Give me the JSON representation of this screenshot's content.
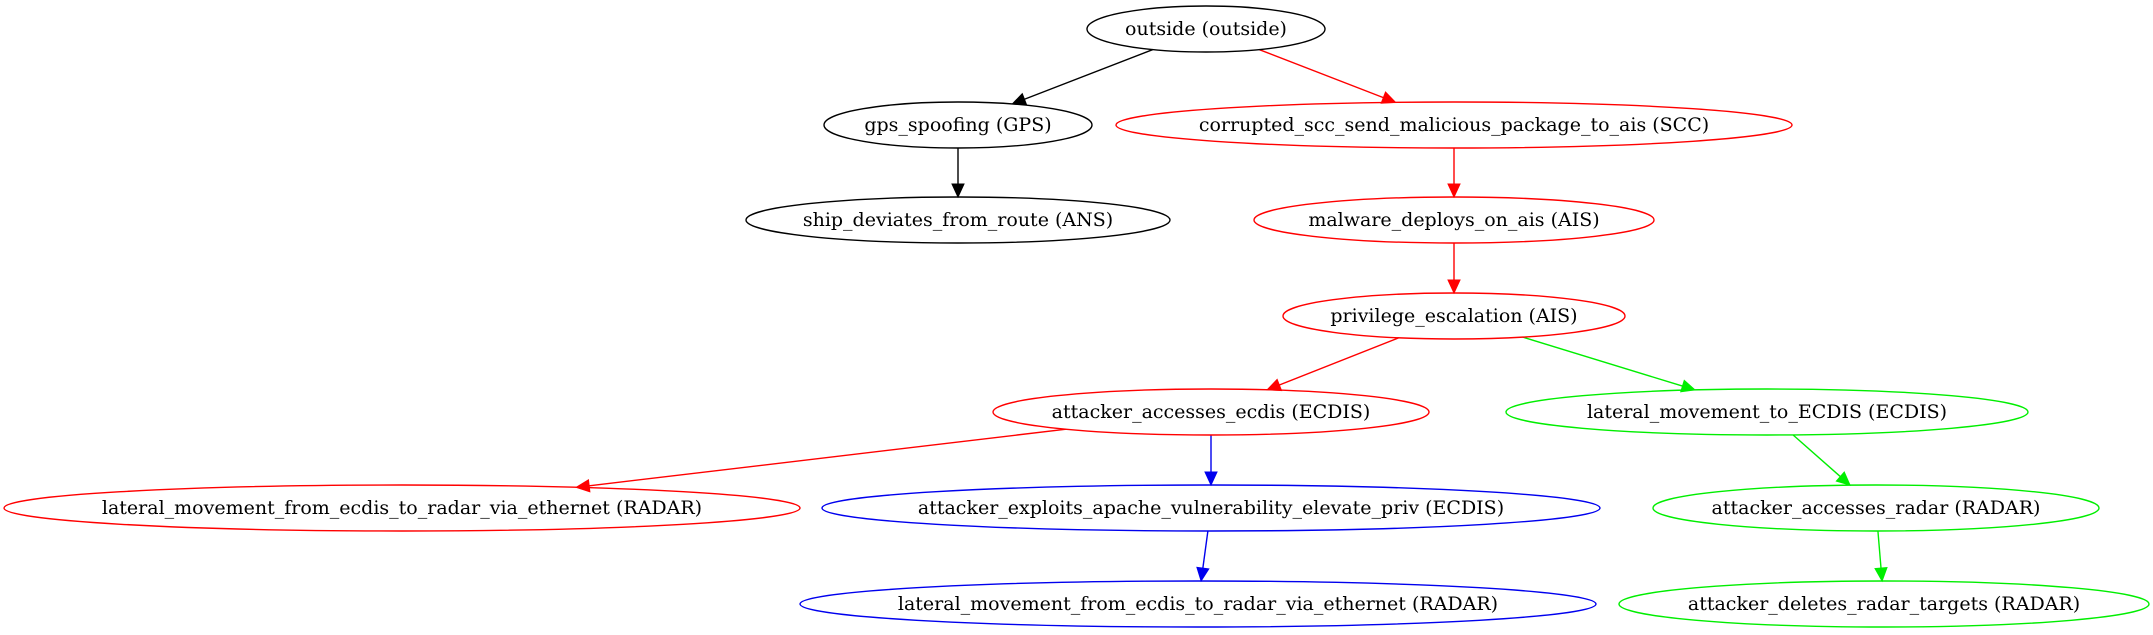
{
  "diagram": {
    "nodes": [
      {
        "id": "n_outside",
        "label": "outside (outside)",
        "color": "#000000"
      },
      {
        "id": "n_gps",
        "label": "gps_spoofing (GPS)",
        "color": "#000000"
      },
      {
        "id": "n_scc",
        "label": "corrupted_scc_send_malicious_package_to_ais (SCC)",
        "color": "#ff0000"
      },
      {
        "id": "n_ans",
        "label": "ship_deviates_from_route (ANS)",
        "color": "#000000"
      },
      {
        "id": "n_malware",
        "label": "malware_deploys_on_ais (AIS)",
        "color": "#ff0000"
      },
      {
        "id": "n_priv",
        "label": "privilege_escalation (AIS)",
        "color": "#ff0000"
      },
      {
        "id": "n_ecdis",
        "label": "attacker_accesses_ecdis (ECDIS)",
        "color": "#ff0000"
      },
      {
        "id": "n_latecdis",
        "label": "lateral_movement_to_ECDIS (ECDIS)",
        "color": "#00ee00"
      },
      {
        "id": "n_latradar_red",
        "label": "lateral_movement_from_ecdis_to_radar_via_ethernet (RADAR)",
        "color": "#ff0000"
      },
      {
        "id": "n_apache",
        "label": "attacker_exploits_apache_vulnerability_elevate_priv (ECDIS)",
        "color": "#0000ee"
      },
      {
        "id": "n_accradar",
        "label": "attacker_accesses_radar (RADAR)",
        "color": "#00ee00"
      },
      {
        "id": "n_latradar_blue",
        "label": "lateral_movement_from_ecdis_to_radar_via_ethernet (RADAR)",
        "color": "#0000ee"
      },
      {
        "id": "n_deltargets",
        "label": "attacker_deletes_radar_targets (RADAR)",
        "color": "#00ee00"
      }
    ],
    "edges": [
      {
        "from": "n_outside",
        "to": "n_gps",
        "color": "#000000"
      },
      {
        "from": "n_outside",
        "to": "n_scc",
        "color": "#ff0000"
      },
      {
        "from": "n_gps",
        "to": "n_ans",
        "color": "#000000"
      },
      {
        "from": "n_scc",
        "to": "n_malware",
        "color": "#ff0000"
      },
      {
        "from": "n_malware",
        "to": "n_priv",
        "color": "#ff0000"
      },
      {
        "from": "n_priv",
        "to": "n_ecdis",
        "color": "#ff0000"
      },
      {
        "from": "n_priv",
        "to": "n_latecdis",
        "color": "#00ee00"
      },
      {
        "from": "n_ecdis",
        "to": "n_latradar_red",
        "color": "#ff0000"
      },
      {
        "from": "n_ecdis",
        "to": "n_apache",
        "color": "#0000ee"
      },
      {
        "from": "n_latecdis",
        "to": "n_accradar",
        "color": "#00ee00"
      },
      {
        "from": "n_apache",
        "to": "n_latradar_blue",
        "color": "#0000ee"
      },
      {
        "from": "n_accradar",
        "to": "n_deltargets",
        "color": "#00ee00"
      }
    ]
  }
}
